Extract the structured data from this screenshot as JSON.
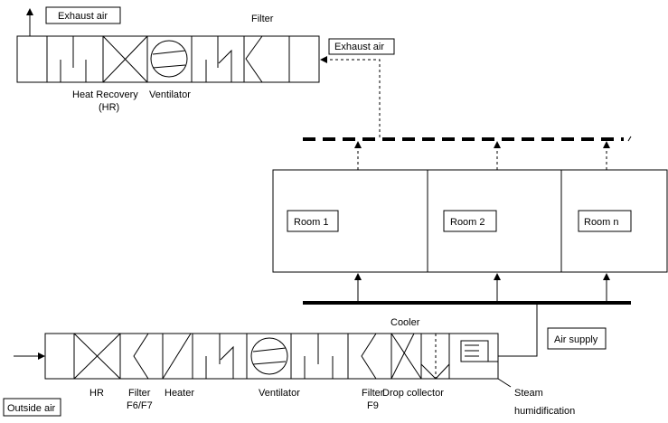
{
  "labels": {
    "exhaust_air_top": "Exhaust air",
    "filter_top": "Filter",
    "exhaust_air_right": "Exhaust air",
    "heat_recovery": "Heat Recovery",
    "heat_recovery_abbr": "(HR)",
    "ventilator_top": "Ventilator",
    "room_1": "Room 1",
    "room_2": "Room 2",
    "room_n": "Room n",
    "cooler": "Cooler",
    "air_supply": "Air supply",
    "hr_bottom": "HR",
    "filter_f6f7_1": "Filter",
    "filter_f6f7_2": "F6/F7",
    "heater": "Heater",
    "ventilator_bottom": "Ventilator",
    "filter_f9_1": "Filter",
    "filter_f9_2": "F9",
    "drop_collector": "Drop collector",
    "steam_1": "Steam",
    "steam_2": "humidification",
    "outside_air": "Outside air"
  }
}
